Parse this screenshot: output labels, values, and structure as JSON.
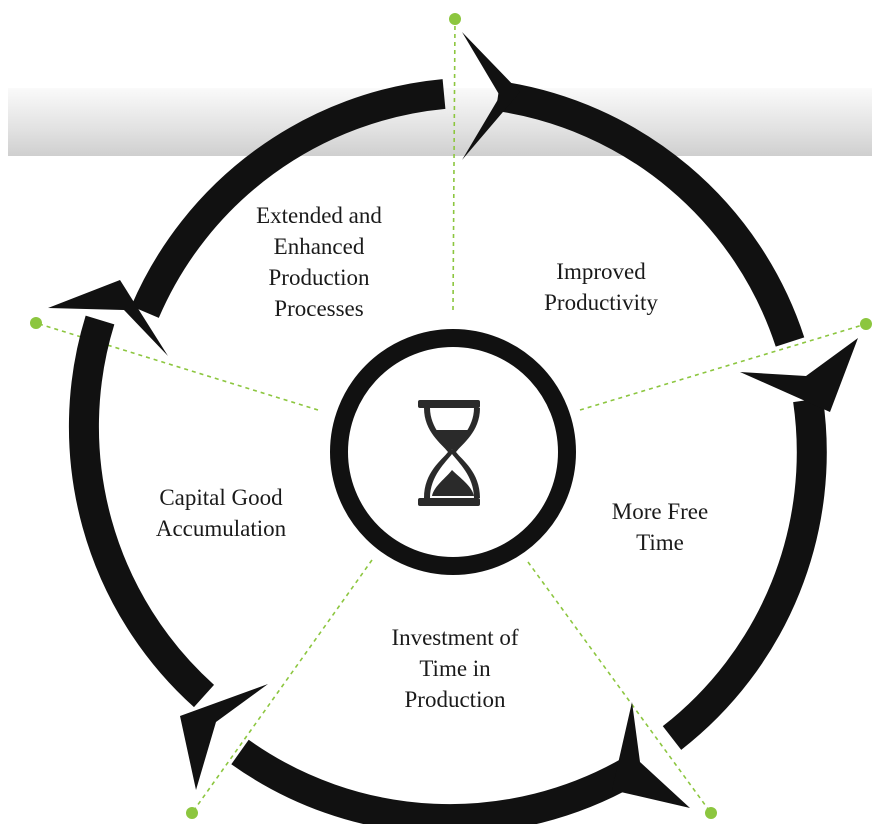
{
  "steps": [
    {
      "label": "Extended and\nEnhanced\nProduction\nProcesses"
    },
    {
      "label": "Improved\nProductivity"
    },
    {
      "label": "More Free\nTime"
    },
    {
      "label": "Investment of\nTime in\nProduction"
    },
    {
      "label": "Capital Good\nAccumulation"
    }
  ],
  "center_icon": "hourglass-icon",
  "colors": {
    "ring": "#111111",
    "connector_line": "#8cc63f",
    "connector_dot": "#8cc63f",
    "text": "#1a1a1a",
    "band": "#d9d9d9"
  }
}
